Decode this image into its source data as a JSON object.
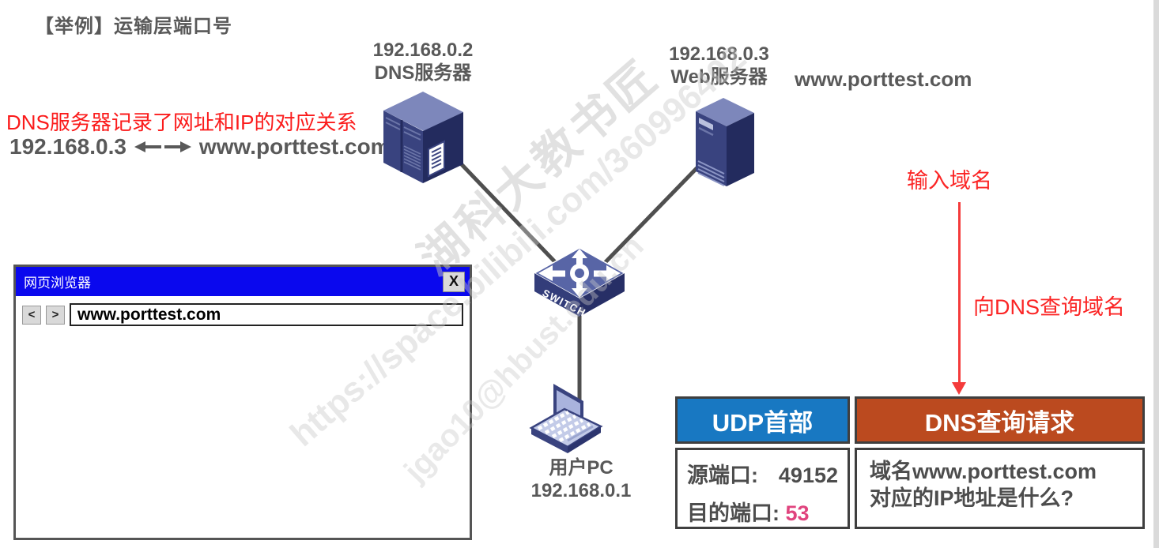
{
  "page": {
    "title": "【举例】运输层端口号"
  },
  "annotations": {
    "dns_mapping_note": "DNS服务器记录了网址和IP的对应关系",
    "mapping_ip": "192.168.0.3",
    "mapping_domain": "www.porttest.com",
    "input_domain": "输入域名",
    "query_dns": "向DNS查询域名"
  },
  "devices": {
    "dns_server": {
      "ip": "192.168.0.2",
      "label": "DNS服务器"
    },
    "web_server": {
      "ip": "192.168.0.3",
      "label": "Web服务器",
      "domain": "www.porttest.com"
    },
    "switch": {
      "label": "SWITCH"
    },
    "user_pc": {
      "label": "用户PC",
      "ip": "192.168.0.1"
    }
  },
  "browser": {
    "title": "网页浏览器",
    "close_label": "X",
    "back_label": "<",
    "forward_label": ">",
    "address": "www.porttest.com"
  },
  "packet_table": {
    "udp_header": "UDP首部",
    "dns_header": "DNS查询请求",
    "src_label": "源端口:",
    "src_value": "49152",
    "dst_label": "目的端口:",
    "dst_value": "53",
    "dns_line1": "域名www.porttest.com",
    "dns_line2": "对应的IP地址是什么?",
    "colors": {
      "udp_header_bg": "#1878c2",
      "dns_header_bg": "#bb4a1f",
      "dst_value": "#e0447e"
    }
  },
  "watermarks": {
    "url": "https://space.bilibili.com/360996402",
    "email": "jgao10@hbust.edu.cn",
    "brand": "湖科大教书匠"
  },
  "colors": {
    "text_gray": "#595959",
    "annotation_red": "#fb2525",
    "browser_titlebar_blue": "#0a08ee",
    "link_line_gray": "#4f4f4f",
    "device_navy": "#39437f"
  },
  "icons": {
    "close": "close-icon",
    "back": "back-icon",
    "forward": "forward-icon",
    "bidirectional_arrow": "bidirectional-arrow-icon",
    "query_down_arrow": "down-arrow-icon",
    "dns_server": "dns-server-icon",
    "web_server": "web-server-icon",
    "switch": "switch-icon",
    "user_pc": "laptop-icon"
  }
}
